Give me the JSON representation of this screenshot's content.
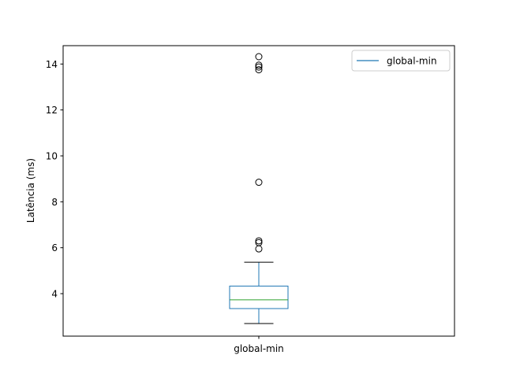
{
  "chart_data": {
    "type": "box",
    "title": "",
    "xlabel": "",
    "ylabel": "Latência (ms)",
    "categories": [
      "global-min"
    ],
    "ylim": [
      2.15,
      14.8
    ],
    "yticks": [
      4,
      6,
      8,
      10,
      12,
      14
    ],
    "grid": false,
    "legend": {
      "position": "top-right",
      "entries": [
        "global-min"
      ]
    },
    "series": [
      {
        "name": "global-min",
        "whisker_low": 2.7,
        "q1": 3.35,
        "median": 3.73,
        "q3": 4.33,
        "whisker_high": 5.37,
        "outliers": [
          5.95,
          6.22,
          6.3,
          8.85,
          13.75,
          13.87,
          13.95,
          14.32
        ]
      }
    ]
  },
  "colors": {
    "box": "#1f77b4",
    "median": "#2ca02c",
    "whisker": "#000000",
    "outlier": "#000000",
    "legend_line": "#1f77b4"
  }
}
